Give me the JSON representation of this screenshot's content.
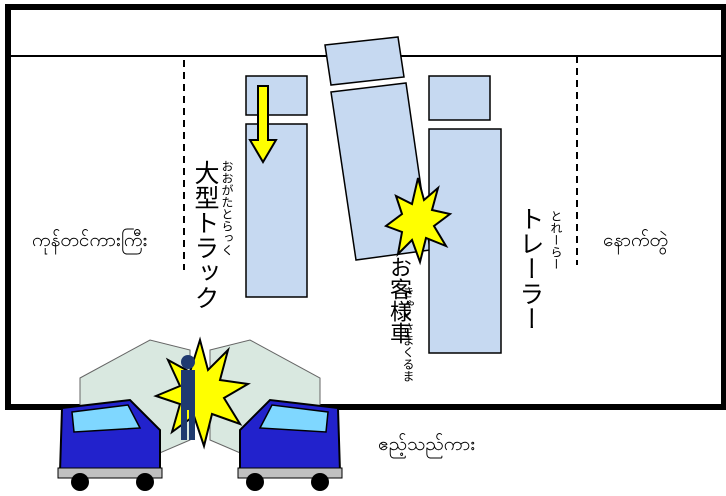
{
  "labels": {
    "left_road": "ကုန်တင်ကားကြီး",
    "right_road": "နောက်တွဲ",
    "bottom": "ဧည့်သည်ကား"
  },
  "vehicles": {
    "truck": {
      "kanji": "大型トラック",
      "kana": "おおがたとらっく"
    },
    "trailer": {
      "kanji": "トレーラー",
      "kana": "とれーらー"
    },
    "car": {
      "kanji": "お客様車",
      "kana": "きゃくさまくるま"
    }
  },
  "colors": {
    "vehicle_fill": "#c6d9f1",
    "arrow": "#ffff00",
    "burst": "#ffff00",
    "truck_cab": "#2222cc"
  }
}
